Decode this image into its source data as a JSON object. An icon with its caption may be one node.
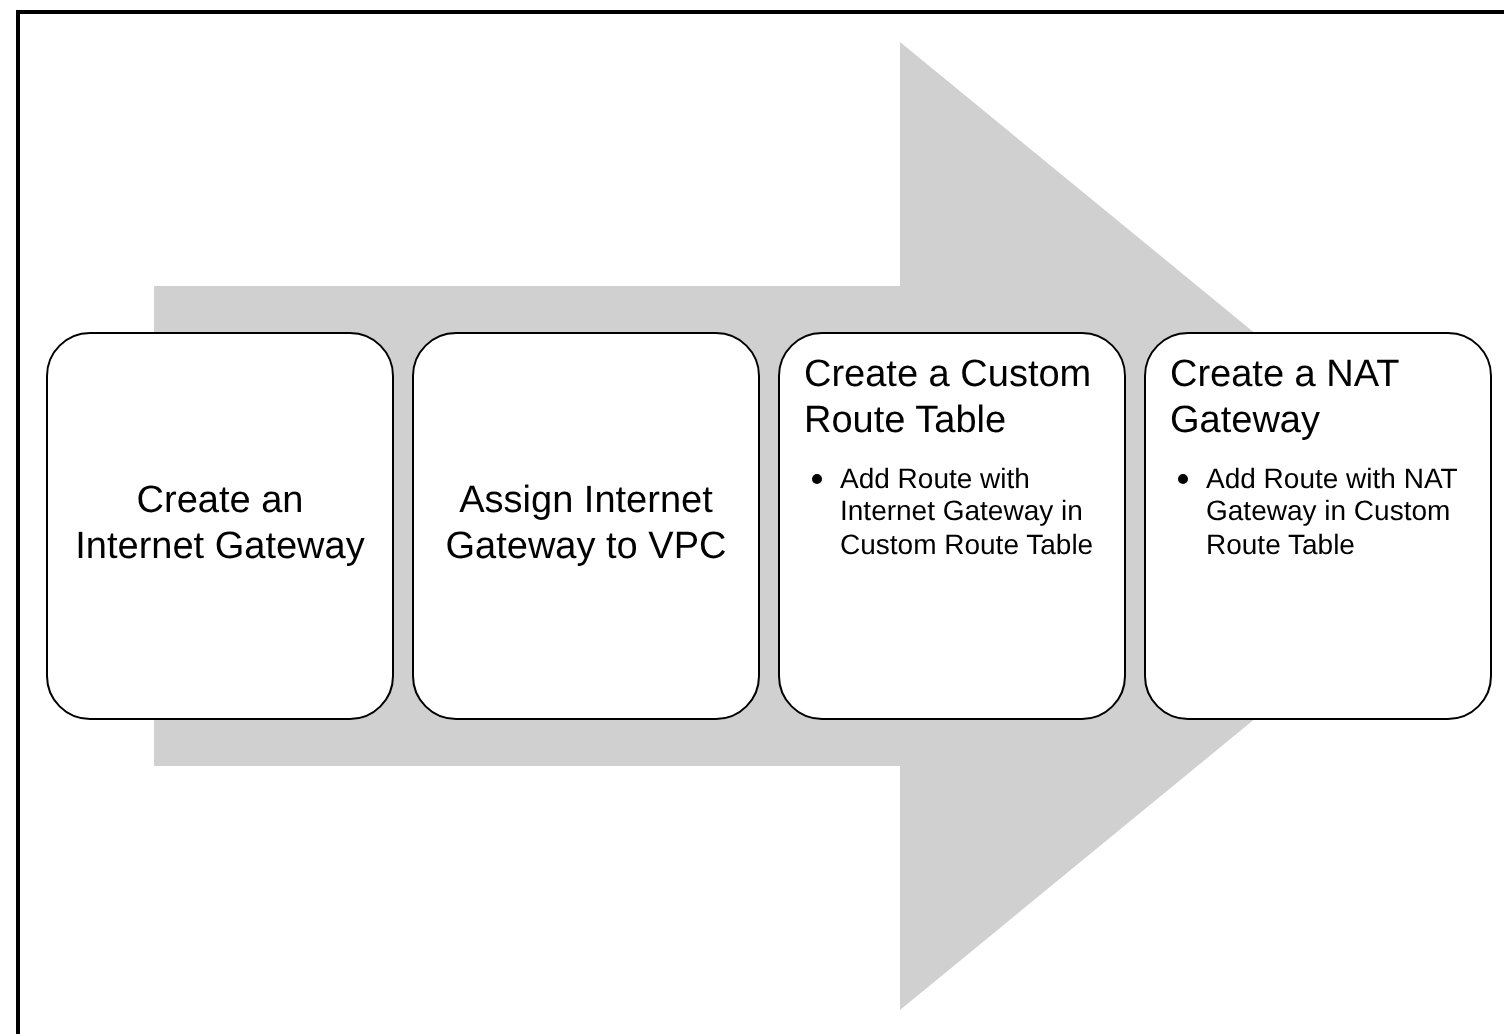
{
  "diagram": {
    "nodes": [
      {
        "text": [
          "Create an Internet Gateway"
        ]
      },
      {
        "text": [
          "Assign Internet Gateway to VPC"
        ]
      },
      {
        "text": [
          "Create a Custom Route Table",
          "Add Route with Internet Gateway in Custom Route Table"
        ]
      },
      {
        "text": [
          "Create a NAT Gateway",
          "Add Route with NAT Gateway in Custom Route Table"
        ]
      }
    ],
    "edges": [
      {
        "from": 0,
        "to": 3,
        "arrow": "to"
      }
    ]
  }
}
